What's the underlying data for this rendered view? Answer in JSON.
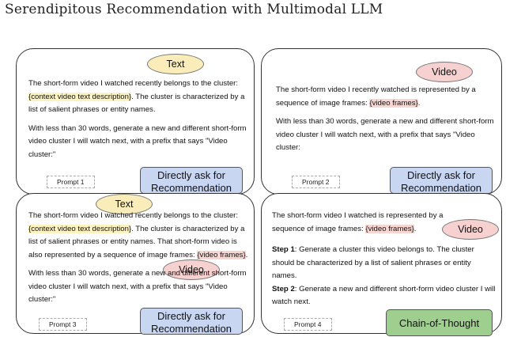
{
  "title": "Serendipitous Recommendation with Multimodal LLM",
  "prompts": [
    {
      "label": "Prompt 1",
      "tags": [
        "Text"
      ],
      "paragraphs": [
        [
          "The short-form video I watched recently belongs to the cluster: ",
          "{context video text description}",
          ". The cluster is characterized by a list of salient phrases or entity names."
        ],
        [
          "With less than 30 words, generate a new and different short-form video cluster I will watch next, with a prefix that says \"Video cluster:\""
        ]
      ],
      "method": "Directly ask for Recommendation"
    },
    {
      "label": "Prompt 2",
      "tags": [
        "Video"
      ],
      "paragraphs": [
        [
          "The short-form video I recently watched is represented by a sequence of image frames: ",
          "{video frames}",
          "."
        ],
        [
          "With less than 30 words, generate a new and different short-form video cluster I will watch next, with a prefix that says \"Video cluster:"
        ]
      ],
      "method": "Directly ask for Recommendation"
    },
    {
      "label": "Prompt 3",
      "tags": [
        "Text",
        "Video"
      ],
      "paragraphs": [
        [
          "The short-form video I watched recently belongs to the cluster: ",
          "{context video text description}",
          ". The cluster is characterized by a list of salient phrases or entity names. That short-form video is also represented by a sequence of image frames: ",
          "{video frames}",
          "."
        ],
        [
          "With less than 30 words, generate a new and different short-form video cluster I will watch next, with a prefix that says \"Video cluster:\""
        ]
      ],
      "method": "Directly ask for Recommendation"
    },
    {
      "label": "Prompt 4",
      "tags": [
        "Video"
      ],
      "intro": [
        "The short-form video I watched is represented by a sequence of image frames: ",
        "{video frames}",
        "."
      ],
      "step1_label": "Step 1",
      "step1_text": ": Generate a cluster this video belongs to. The cluster should be characterized by a list of salient phrases or entity names.",
      "step2_label": "Step 2",
      "step2_text": ": Generate a new and different short-form video cluster I will watch next.",
      "method": "Chain-of-Thought"
    }
  ],
  "colors": {
    "text_pill": "#fbedb9",
    "video_pill": "#f7d0d0",
    "direct_button": "#c8d6f2",
    "cot_button": "#9fcf8e",
    "highlight": "#f8d7d3"
  }
}
